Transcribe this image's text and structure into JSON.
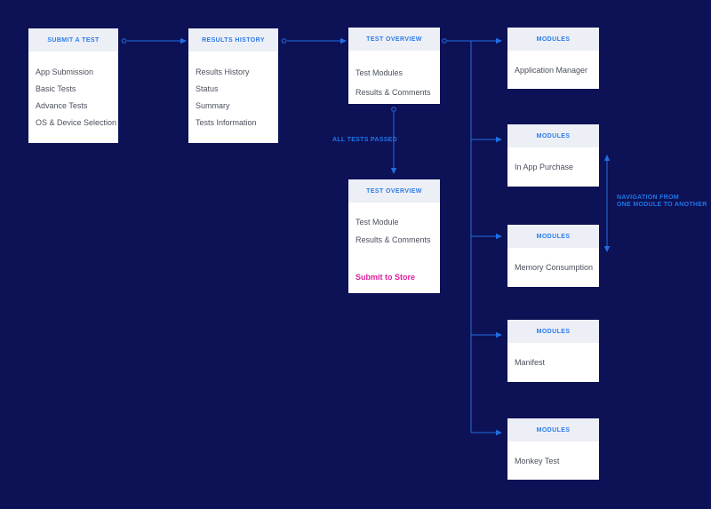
{
  "diagram": {
    "background_color": "#0d1156",
    "accent_blue": "#2076e8",
    "accent_pink": "#d9219b",
    "header_bg": "#edeff6",
    "nodes": {
      "submit_a_test": {
        "title": "SUBMIT A TEST",
        "items": [
          "App Submission",
          "Basic Tests",
          "Advance Tests",
          "OS & Device Selection"
        ]
      },
      "results_history": {
        "title": "RESULTS HISTORY",
        "items": [
          "Results History",
          "Status",
          "Summary",
          "Tests Information"
        ]
      },
      "test_overview_1": {
        "title": "TEST OVERVIEW",
        "items": [
          "Test Modules",
          "Results & Comments"
        ]
      },
      "test_overview_2": {
        "title": "TEST OVERVIEW",
        "items": [
          "Test Module",
          "Results & Comments"
        ],
        "action": "Submit to Store"
      },
      "module_application_manager": {
        "title": "MODULES",
        "label": "Application Manager"
      },
      "module_in_app_purchase": {
        "title": "MODULES",
        "label": "In App Purchase"
      },
      "module_memory_consumption": {
        "title": "MODULES",
        "label": "Memory Consumption"
      },
      "module_manifest": {
        "title": "MODULES",
        "label": "Manifest"
      },
      "module_monkey_test": {
        "title": "MODULES",
        "label": "Monkey Test"
      }
    },
    "labels": {
      "all_tests_passed": "ALL TESTS PASSED",
      "navigation_line1": "NAVIGATION FROM",
      "navigation_line2": "ONE MODULE TO ANOTHER"
    }
  }
}
